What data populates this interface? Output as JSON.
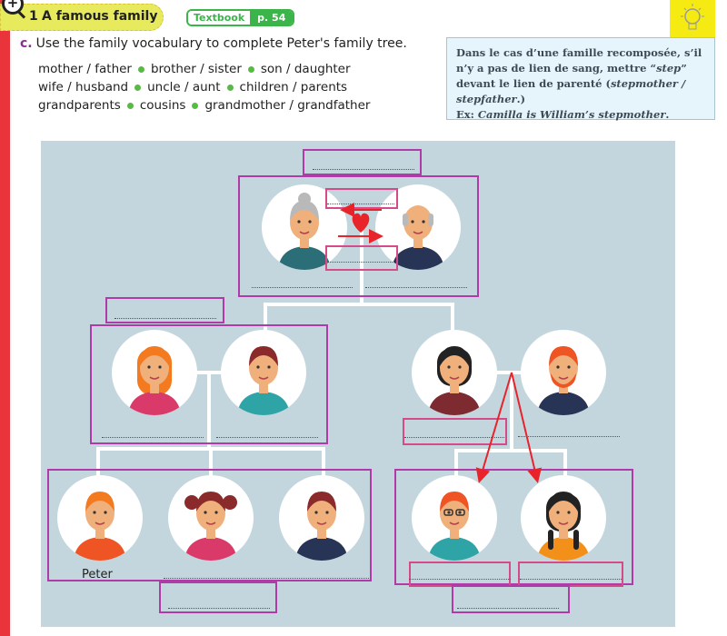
{
  "header": {
    "number": "1",
    "title": "A famous family",
    "badge_label": "Textbook",
    "badge_page": "p. 54"
  },
  "instruction": {
    "letter": "c.",
    "text": "Use the family vocabulary to complete Peter's family tree."
  },
  "vocabulary": [
    [
      "mother / father",
      "brother / sister",
      "son / daughter"
    ],
    [
      "wife / husband",
      "uncle / aunt",
      "children / parents"
    ],
    [
      "grandparents",
      "cousins",
      "grandmother / grandfather"
    ]
  ],
  "info": {
    "line1": "Dans le cas d’une famille recomposée, s’il n’y a pas de lien de sang, mettre “",
    "step": "step",
    "line2": "” devant le lien de parenté (",
    "example_terms": "stepmother / stepfather",
    "line3": ".)",
    "ex_label": "Ex: ",
    "example": "Camilla is William’s stepmother",
    "end": "."
  },
  "tree": {
    "peter_label": "Peter"
  },
  "colors": {
    "accent": "#b03aa8",
    "panel": "#c3d6dd",
    "arrow": "#e8232a",
    "green": "#3bb54a"
  }
}
